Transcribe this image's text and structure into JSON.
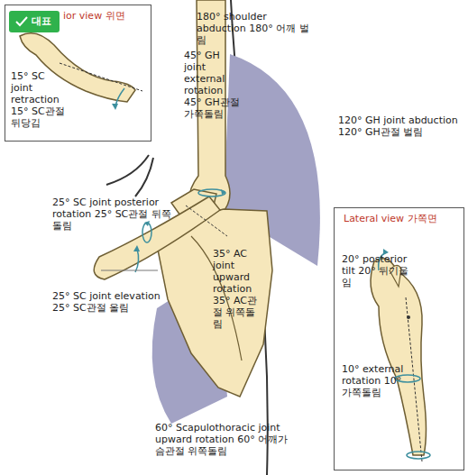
{
  "diagram": {
    "nodes": [
      {
        "text": [
          "대표"
        ]
      },
      {
        "text": [
          "ior view 위면",
          "15° SC joint retraction 15° SC관절 뒤당김"
        ]
      },
      {
        "text": [
          "Lateral view 가쪽면",
          "20° posterior tilt 20° 뒤기울임",
          "10° external rotation 10° 가쪽돌림"
        ]
      }
    ],
    "labels": [
      "180° shoulder abduction 180° 어깨 벌림",
      "45° GH joint external rotation 45° GH관절 가쪽돌림",
      "120° GH joint abduction 120° GH관절 벌림",
      "25° SC joint posterior rotation 25° SC관절 뒤쪽돌림",
      "25° SC joint elevation 25° SC관절 올림",
      "35° AC joint upward rotation 35° AC관절 위쪽돌림",
      "60° Scapulothoracic joint upward rotation 60° 어깨가슴관절 위쪽돌림"
    ]
  }
}
